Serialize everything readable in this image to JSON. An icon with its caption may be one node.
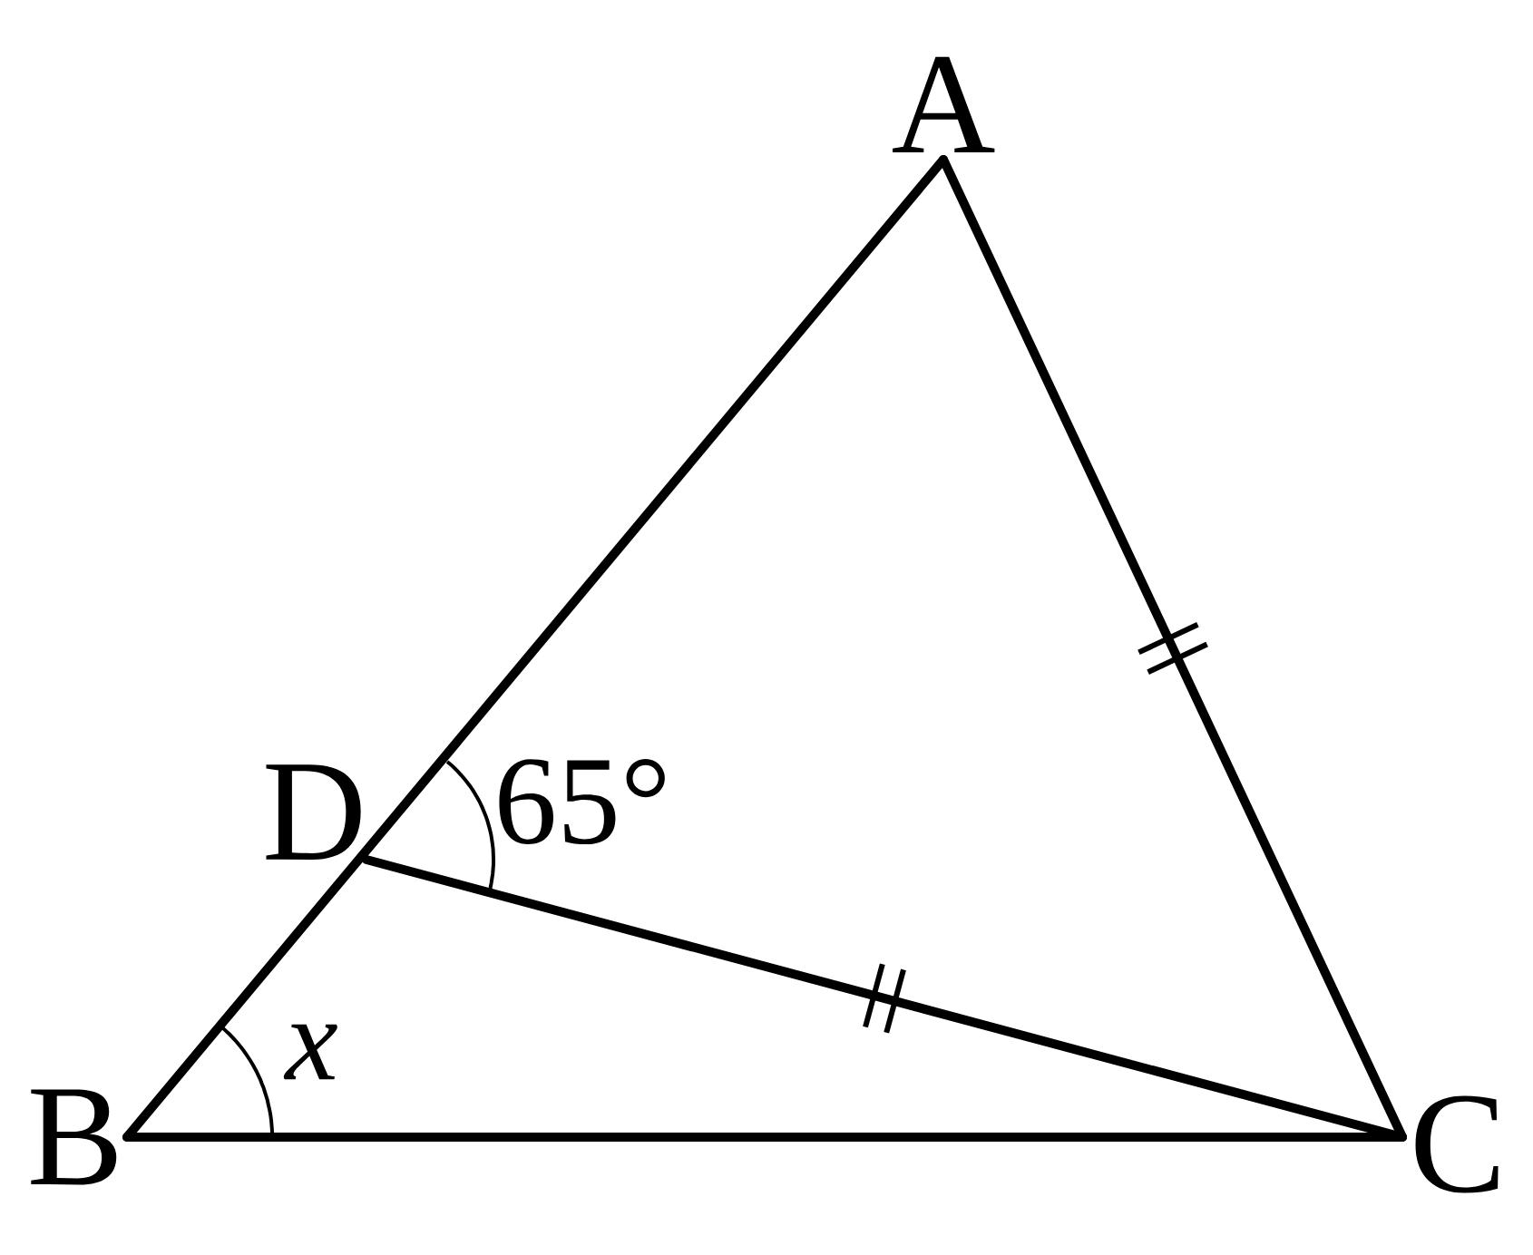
{
  "diagram": {
    "nodes": [
      {
        "text": [
          "A"
        ]
      },
      {
        "text": [
          "B"
        ]
      },
      {
        "text": [
          "C"
        ]
      },
      {
        "text": [
          "D"
        ]
      }
    ],
    "edges": [
      {
        "from": 0,
        "to": 1,
        "arrow": "none"
      },
      {
        "from": 0,
        "to": 2,
        "arrow": "none"
      },
      {
        "from": 1,
        "to": 2,
        "arrow": "none"
      },
      {
        "from": 3,
        "to": 2,
        "arrow": "none"
      }
    ],
    "labels": [
      "65°",
      "x"
    ]
  }
}
